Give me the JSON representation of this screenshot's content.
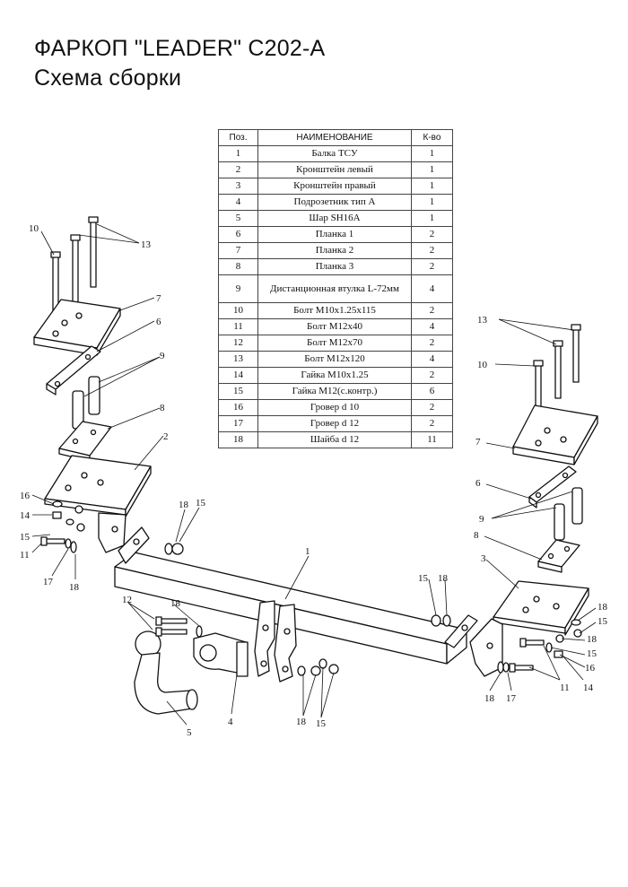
{
  "header": {
    "title_line1": "ФАРКОП \"LEADER\" C202-A",
    "title_line2": "Схема сборки"
  },
  "parts_table": {
    "columns": [
      "Поз.",
      "НАИМЕНОВАНИЕ",
      "К-во"
    ],
    "rows": [
      [
        "1",
        "Балка ТСУ",
        "1"
      ],
      [
        "2",
        "Кронштейн левый",
        "1"
      ],
      [
        "3",
        "Кронштейн правый",
        "1"
      ],
      [
        "4",
        "Подрозетник тип А",
        "1"
      ],
      [
        "5",
        "Шар SH16A",
        "1"
      ],
      [
        "6",
        "Планка 1",
        "2"
      ],
      [
        "7",
        "Планка 2",
        "2"
      ],
      [
        "8",
        "Планка 3",
        "2"
      ],
      [
        "9",
        "Дистанционная втулка L-72мм",
        "4"
      ],
      [
        "10",
        "Болт М10х1.25х115",
        "2"
      ],
      [
        "11",
        "Болт М12х40",
        "4"
      ],
      [
        "12",
        "Болт М12х70",
        "2"
      ],
      [
        "13",
        "Болт М12х120",
        "4"
      ],
      [
        "14",
        "Гайка М10х1.25",
        "2"
      ],
      [
        "15",
        "Гайка М12(с.контр.)",
        "6"
      ],
      [
        "16",
        "Гровер d 10",
        "2"
      ],
      [
        "17",
        "Гровер d 12",
        "2"
      ],
      [
        "18",
        "Шайба d 12",
        "11"
      ]
    ]
  },
  "diagram": {
    "callouts": [
      "10",
      "13",
      "7",
      "6",
      "9",
      "8",
      "2",
      "16",
      "14",
      "15",
      "11",
      "17",
      "18",
      "18",
      "15",
      "1",
      "12",
      "18",
      "5",
      "4",
      "18",
      "15",
      "15",
      "18",
      "3",
      "13",
      "10",
      "7",
      "6",
      "9",
      "8",
      "18",
      "15",
      "18",
      "15",
      "16",
      "11",
      "14",
      "18",
      "17"
    ]
  }
}
